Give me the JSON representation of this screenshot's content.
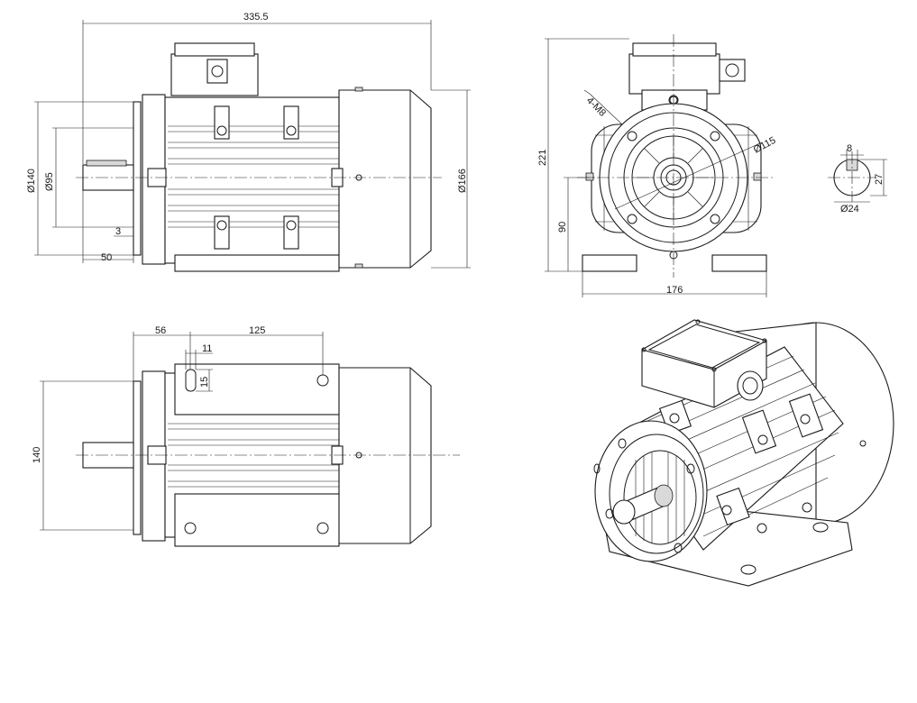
{
  "dimensions": {
    "overall_length": "335.5",
    "flange_dia": "Ø140",
    "spigot_dia": "Ø95",
    "spigot_depth": "3",
    "shaft_length": "50",
    "fan_cover_dia": "Ø166",
    "bolt_holes": "4-M8",
    "pcd": "Ø115",
    "height": "221",
    "shaft_height": "90",
    "foot_span": "176",
    "key_width": "8",
    "key_height": "27",
    "shaft_dia": "Ø24",
    "shoulder_to_foot": "56",
    "foot_hole_span": "125",
    "foot_slot_width": "11",
    "foot_slot_length": "15",
    "foot_width": "140"
  }
}
